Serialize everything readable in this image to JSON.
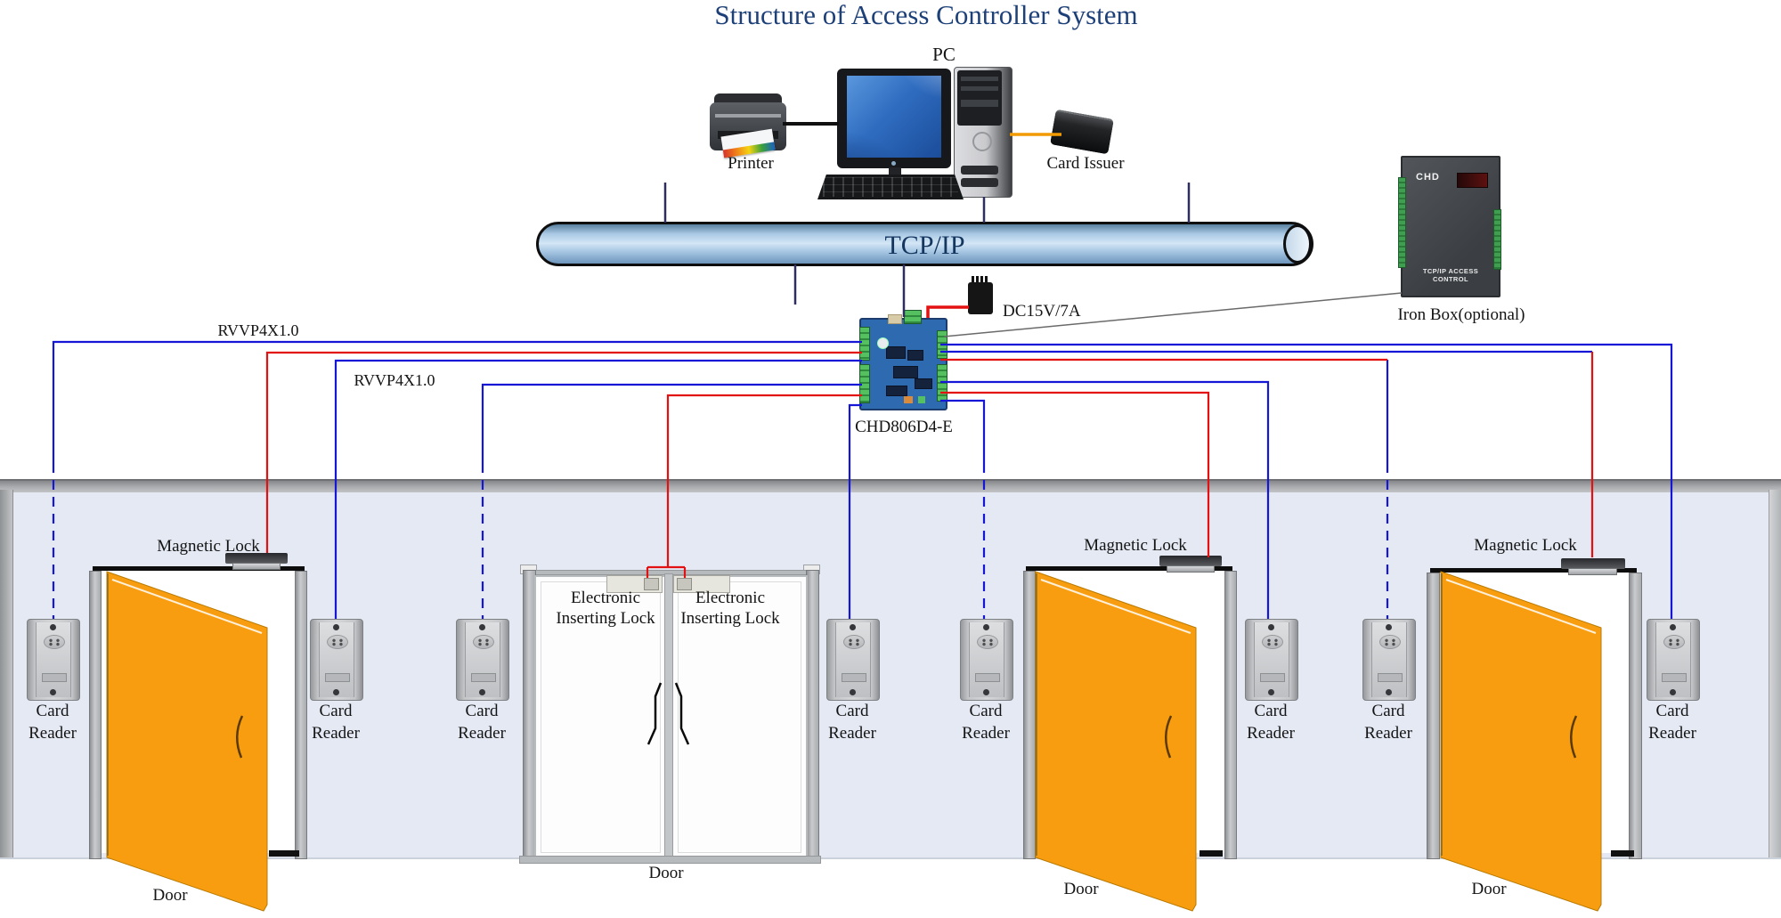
{
  "title": "Structure of Access Controller System",
  "pc": {
    "label": "PC",
    "printer": "Printer",
    "card_issuer": "Card Issuer"
  },
  "bus": {
    "label": "TCP/IP"
  },
  "controller": {
    "label": "CHD806D4-E",
    "power_label": "DC15V/7A"
  },
  "iron_box": {
    "logo": "CHD",
    "panel_text": "TCP/IP ACCESS CONTROL",
    "caption": "Iron Box(optional)"
  },
  "cables": {
    "label1": "RVVP4X1.0",
    "label2": "RVVP4X1.0"
  },
  "magnetic_locks": [
    "Magnetic Lock",
    "Magnetic Lock",
    "Magnetic Lock"
  ],
  "inserting_locks": [
    {
      "line1": "Electronic",
      "line2": "Inserting Lock"
    },
    {
      "line1": "Electronic",
      "line2": "Inserting Lock"
    }
  ],
  "readers": [
    {
      "line1": "Card",
      "line2": "Reader"
    },
    {
      "line1": "Card",
      "line2": "Reader"
    },
    {
      "line1": "Card",
      "line2": "Reader"
    },
    {
      "line1": "Card",
      "line2": "Reader"
    },
    {
      "line1": "Card",
      "line2": "Reader"
    },
    {
      "line1": "Card",
      "line2": "Reader"
    },
    {
      "line1": "Card",
      "line2": "Reader"
    },
    {
      "line1": "Card",
      "line2": "Reader"
    }
  ],
  "door_labels": [
    "Door",
    "Door",
    "Door",
    "Door"
  ],
  "colors": {
    "wire_blue": "#1616d6",
    "wire_red": "#e31111",
    "door_orange": "#f89d10",
    "wall": "#e4e9f4",
    "pipe_blue": "#a9c8e4",
    "title_navy": "#1d4078"
  }
}
